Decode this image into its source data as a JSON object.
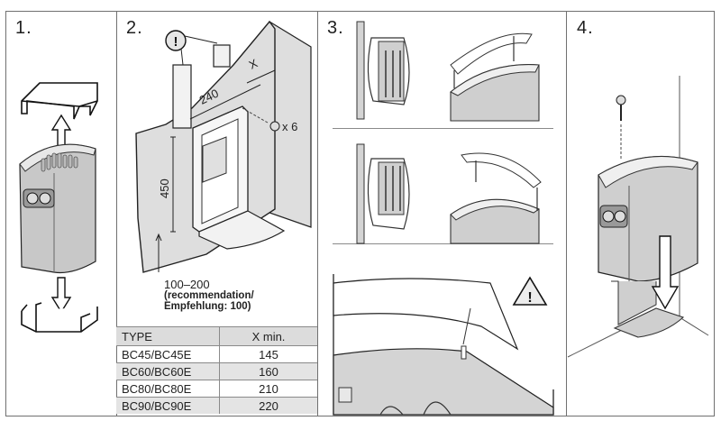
{
  "document": {
    "type": "installation-instructions",
    "steps": [
      {
        "number": "1."
      },
      {
        "number": "2.",
        "dimensions": {
          "distance": "240",
          "height": "450",
          "clearance_label": "X"
        },
        "screw_count": "x 6",
        "floor_clearance": "100–200",
        "recommendation": "(recommendation/",
        "recommendation_de": "Empfehlung: 100)"
      },
      {
        "number": "3."
      },
      {
        "number": "4."
      }
    ],
    "warning_symbol": "!",
    "table": {
      "headers": [
        "TYPE",
        "X min."
      ],
      "rows": [
        [
          "BC45/BC45E",
          "145"
        ],
        [
          "BC60/BC60E",
          "160"
        ],
        [
          "BC80/BC80E",
          "210"
        ],
        [
          "BC90/BC90E",
          "220"
        ]
      ]
    }
  }
}
